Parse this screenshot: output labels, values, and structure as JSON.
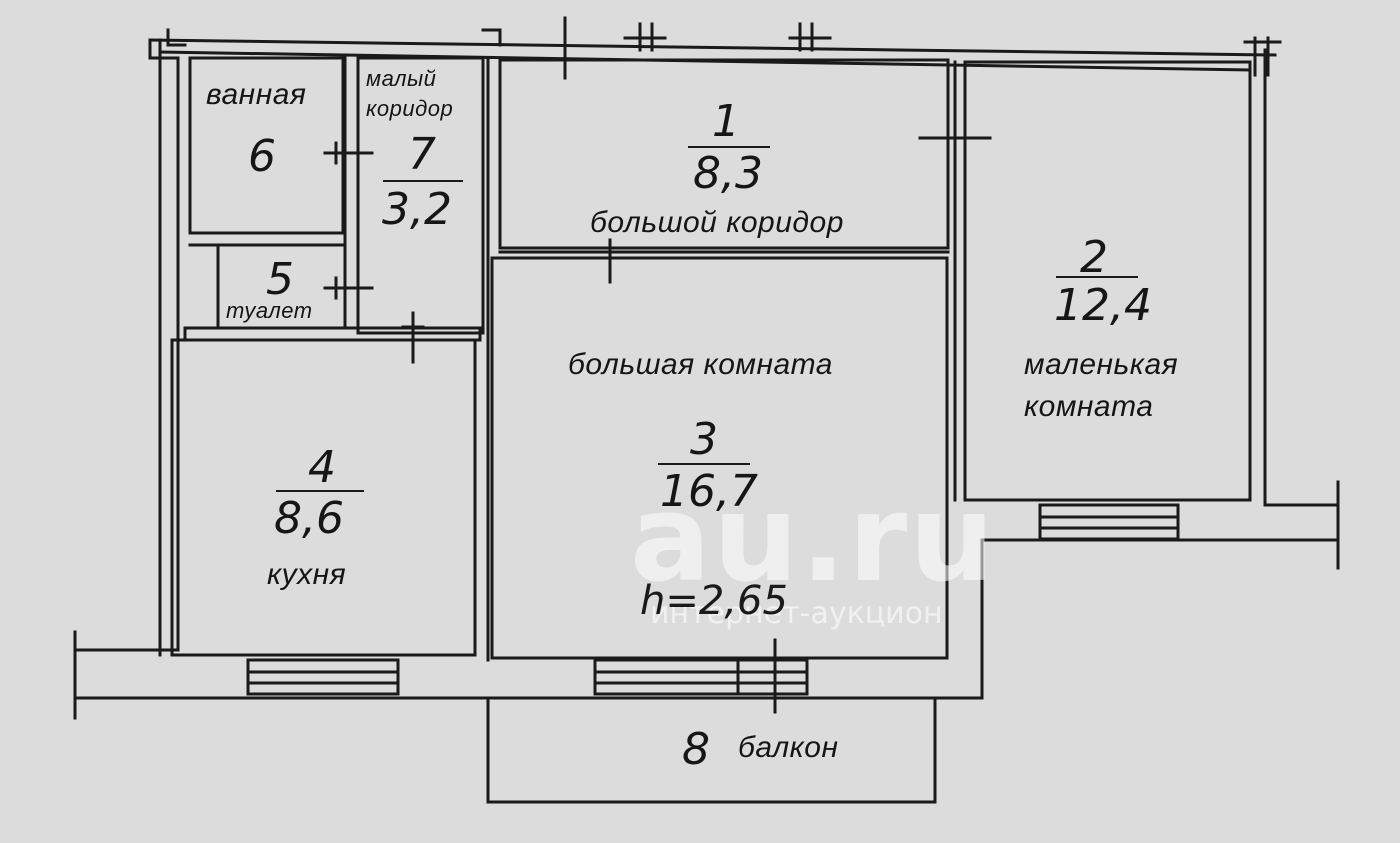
{
  "rooms": {
    "bathroom": {
      "name": "ванная",
      "number": "6"
    },
    "small_corridor": {
      "name_line1": "малый",
      "name_line2": "коридор",
      "number": "7",
      "area": "3,2"
    },
    "toilet": {
      "name": "туалет",
      "number": "5"
    },
    "big_corridor": {
      "name": "большой коридор",
      "number": "1",
      "area": "8,3"
    },
    "small_room": {
      "name_line1": "маленькая",
      "name_line2": "комната",
      "number": "2",
      "area": "12,4"
    },
    "big_room": {
      "name": "большая комната",
      "number": "3",
      "area": "16,7",
      "height": "h=2,65"
    },
    "kitchen": {
      "name": "кухня",
      "number": "4",
      "area": "8,6"
    },
    "balcony": {
      "name": "балкон",
      "number": "8"
    }
  },
  "watermark": {
    "main": "au.ru",
    "sub": "интернет-аукцион"
  },
  "colors": {
    "background": "#dcdcdc",
    "line": "#1a1a1a",
    "room_fill": "#e6e6e6"
  }
}
